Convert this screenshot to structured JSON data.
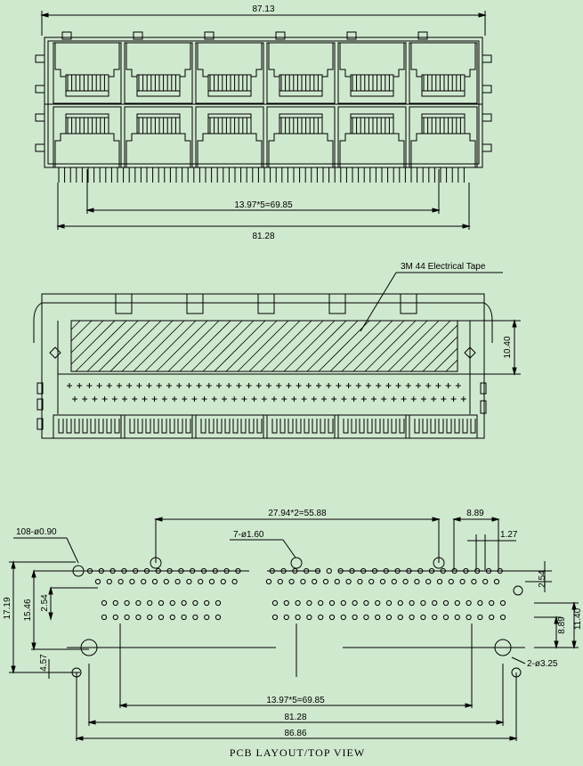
{
  "colors": {
    "background": "#cfe9cf",
    "ink": "#000000"
  },
  "front_view": {
    "overall_width": "87.13",
    "port_pitch": "13.97*5=69.85",
    "pin_span": "81.28"
  },
  "side_view": {
    "tape_label": "3M 44 Electrical Tape",
    "tape_height": "10.40"
  },
  "pcb_layout": {
    "hole_count_label": "108-ø0.90",
    "mount_hole_label": "7-ø1.60",
    "post_hole_label": "2-ø3.25",
    "mount_pitch": "27.94*2=55.88",
    "dim_8_89_top": "8.89",
    "dim_1_27": "1.27",
    "dim_2_54_right": "2.54",
    "dim_17_19": "17.19",
    "dim_15_46": "15.46",
    "dim_2_54_left": "2.54",
    "dim_4_57": "4.57",
    "dim_8_89_right": "8.89",
    "dim_11_40": "11.40",
    "dim_69_85": "13.97*5=69.85",
    "dim_81_28": "81.28",
    "dim_86_86": "86.86",
    "title": "PCB LAYOUT/TOP VIEW"
  }
}
